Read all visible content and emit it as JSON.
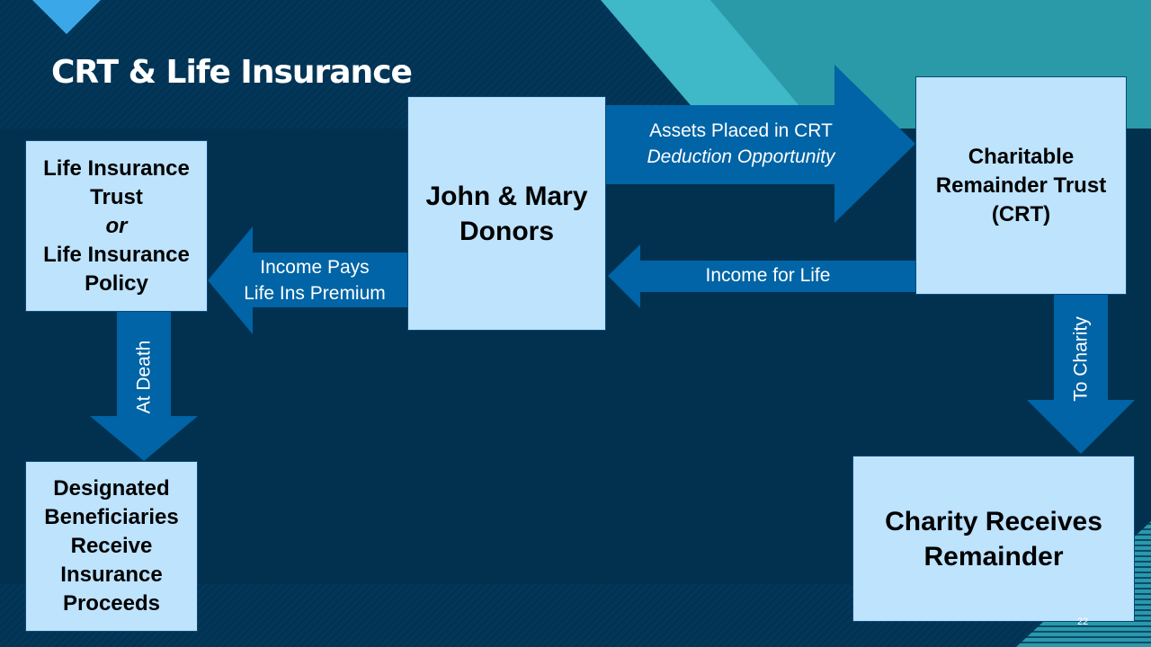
{
  "title": "CRT & Life Insurance",
  "page_number": "22",
  "colors": {
    "background": "#023150",
    "box_fill": "#bde3fd",
    "arrow": "#0064a6",
    "teal": "#2a9aa8",
    "teal_light": "#3fb8c8"
  },
  "boxes": {
    "life_insurance": {
      "line1": "Life Insurance",
      "line2": "Trust",
      "line3": "or",
      "line4": "Life Insurance",
      "line5": "Policy"
    },
    "donors": {
      "line1": "John & Mary",
      "line2": "Donors"
    },
    "crt": {
      "line1": "Charitable",
      "line2": "Remainder Trust",
      "line3": "(CRT)"
    },
    "beneficiaries": {
      "line1": "Designated",
      "line2": "Beneficiaries",
      "line3": "Receive",
      "line4": "Insurance",
      "line5": "Proceeds"
    },
    "charity": {
      "line1": "Charity Receives",
      "line2": "Remainder"
    }
  },
  "arrows": {
    "assets": {
      "line1": "Assets Placed in CRT",
      "line2": "Deduction Opportunity"
    },
    "income_life": {
      "line1": "Income for Life"
    },
    "premium": {
      "line1": "Income Pays",
      "line2": "Life Ins Premium"
    },
    "at_death": {
      "line1": "At Death"
    },
    "to_charity": {
      "line1": "To Charity"
    }
  }
}
